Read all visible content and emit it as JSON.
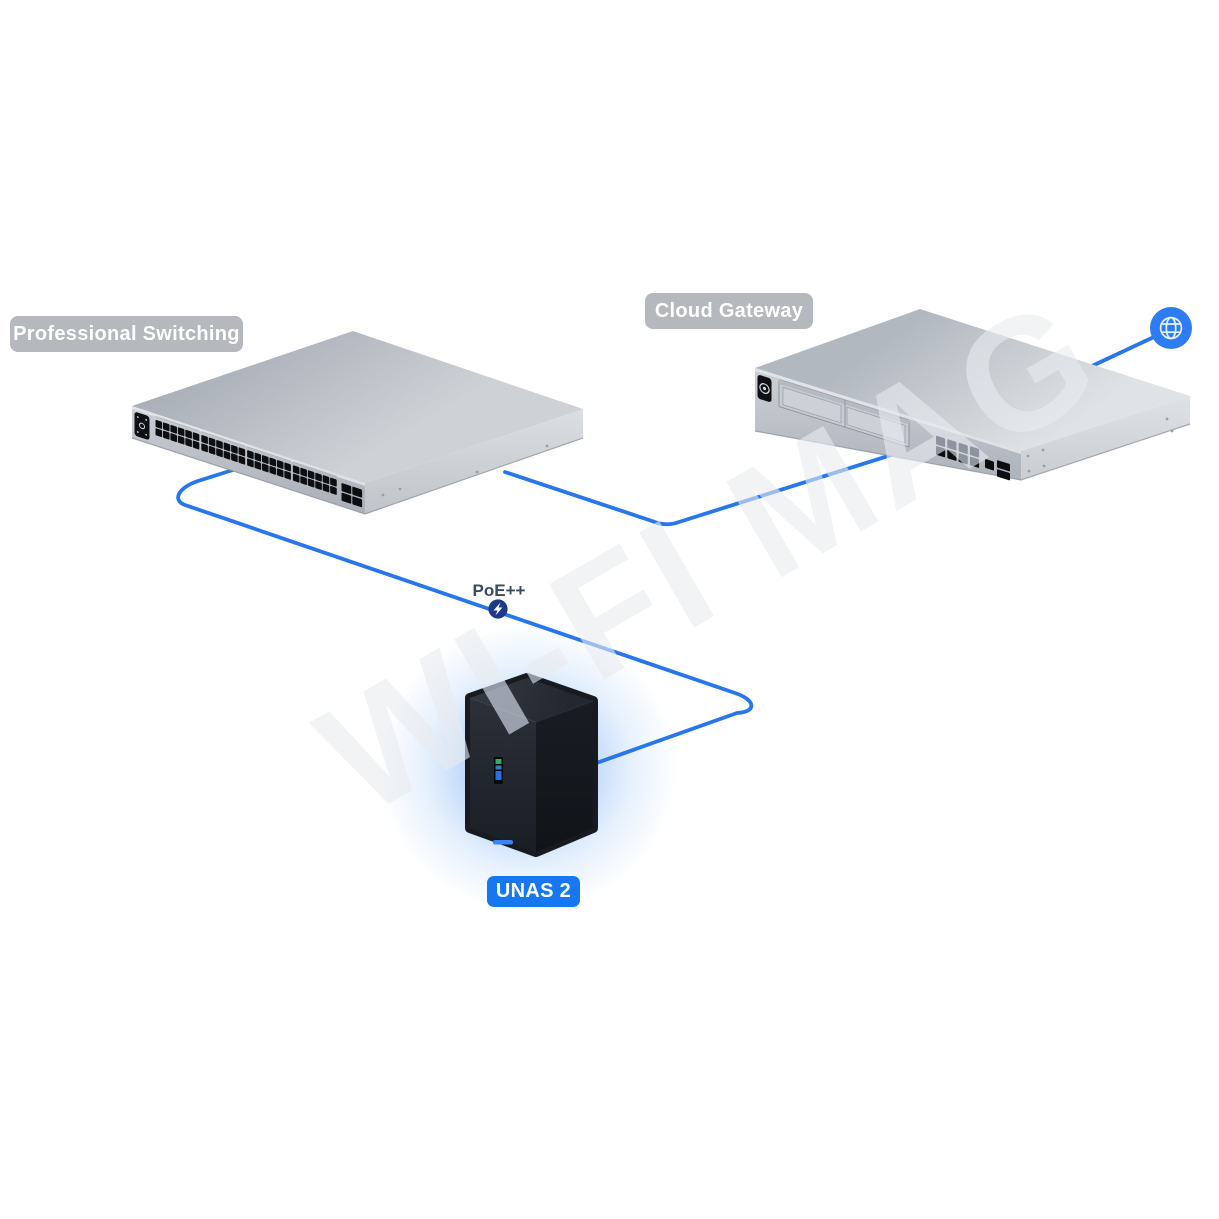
{
  "canvas": {
    "background": "#ffffff"
  },
  "diagram": {
    "switch_label": "Professional Switching",
    "gateway_label": "Cloud Gateway",
    "nas_label": "UNAS 2",
    "poe_label": "PoE++"
  },
  "connections": [
    {
      "from": "Professional Switching",
      "to": "Cloud Gateway"
    },
    {
      "from": "Professional Switching",
      "to": "UNAS 2",
      "via": "PoE++"
    },
    {
      "from": "Cloud Gateway",
      "to": "internet-globe"
    }
  ],
  "icons": {
    "globe": "globe-icon",
    "bolt": "lightning-bolt-icon"
  },
  "watermark": {
    "text": "WI-FI MAG"
  },
  "colors": {
    "line_blue": "#2776ec",
    "badge_gray": "#b5b8bd",
    "badge_blue": "#1677f1",
    "poe_circle": "#1c3a86",
    "poe_text": "#3c4961",
    "globe_fill": "#2e7cf1",
    "nas_glow": "#8fbcf6",
    "device_gray_top": "#b6bcc4",
    "device_dark": "#1b1f26"
  }
}
